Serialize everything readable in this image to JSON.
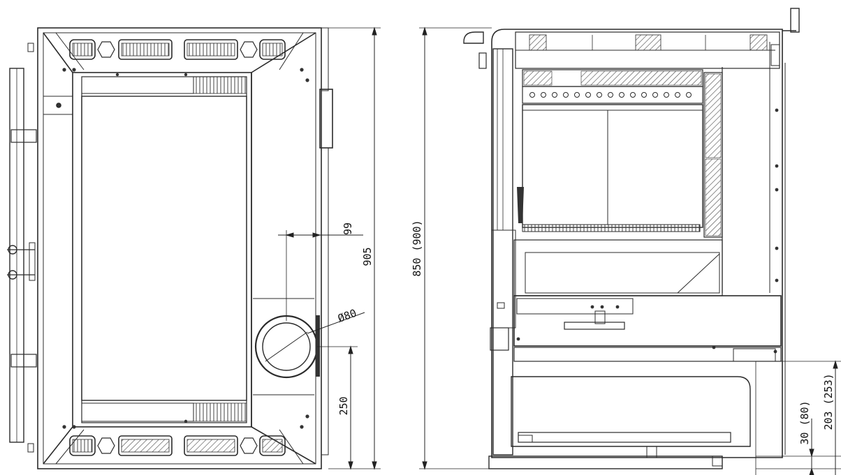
{
  "dimensions": {
    "total_height": "905",
    "flue_offset": "99",
    "flue_diameter": "Ø80",
    "flue_height": "250",
    "side_height": "850 (900)",
    "small_offset": "30 (80)",
    "lower_offset": "203 (253)"
  },
  "colors": {
    "line": "#2b2b2b",
    "hatch": "#555555",
    "background": "#ffffff"
  }
}
